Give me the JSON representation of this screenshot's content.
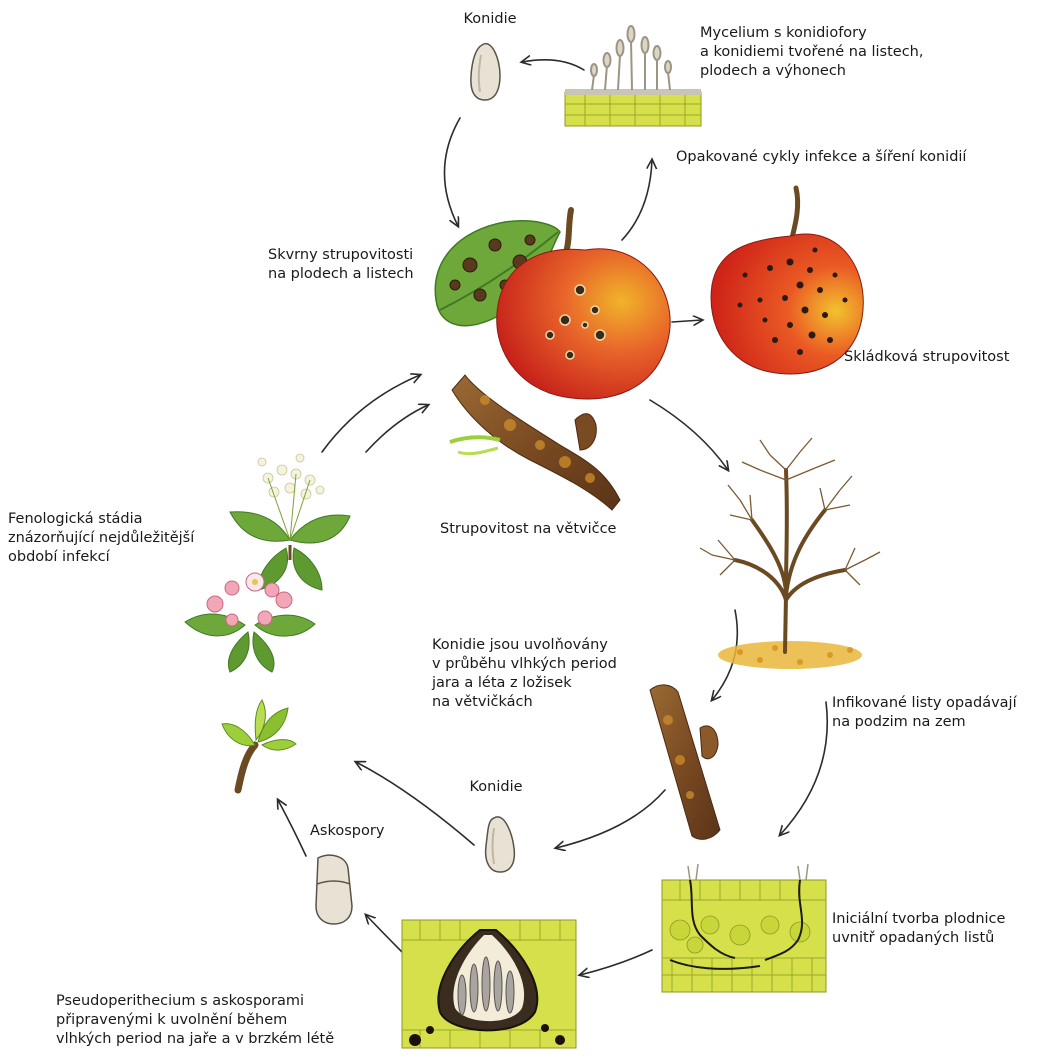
{
  "labels": {
    "conidia_top": [
      "Konidie"
    ],
    "mycelium": [
      "Mycelium s konidiofory",
      "a konidiemi tvořené na listech,",
      "plodech a výhonech"
    ],
    "repeated_cycles": [
      "Opakované cykly infekce a šíření konidií"
    ],
    "spots": [
      "Skvrny strupovitosti",
      "na plodech a listech"
    ],
    "storage_scab": [
      "Skládková strupovitost"
    ],
    "twig_scab": [
      "Strupovitost na větvičce"
    ],
    "phenology": [
      "Fenologická stádia",
      "znázorňující nejdůležitější",
      "období infekcí"
    ],
    "conidia_release": [
      "Konidie jsou uvolňovány",
      "v průběhu vlhkých period",
      "jara a léta z ložisek",
      "na větvičkách"
    ],
    "infected_leaves": [
      "Infikované listy opadávají",
      "na podzim na zem"
    ],
    "conidia_bottom": [
      "Konidie"
    ],
    "ascospores": [
      "Askospory"
    ],
    "initial_formation": [
      "Iniciální tvorba plodnice",
      "uvnitř opadaných listů"
    ],
    "pseudoperithecium": [
      "Pseudoperithecium s askosporami",
      "připravenými k uvolnění během",
      "vlhkých period na jaře a v brzkém létě"
    ]
  },
  "colors": {
    "arrow": "#2b2b2b",
    "fruit_red": "#d8321e",
    "fruit_yellow": "#f0b42a",
    "leaf_green": "#6fa83a",
    "leaf_dark": "#3f7a23",
    "tissue_yellow": "#d6e04a",
    "bark_brown": "#7a4a22",
    "scab_spot": "#2a1a12",
    "spore_fill": "#e8e2d4",
    "petal_pink": "#f2a7b8",
    "fallen_leaves": "#e9b63a"
  }
}
